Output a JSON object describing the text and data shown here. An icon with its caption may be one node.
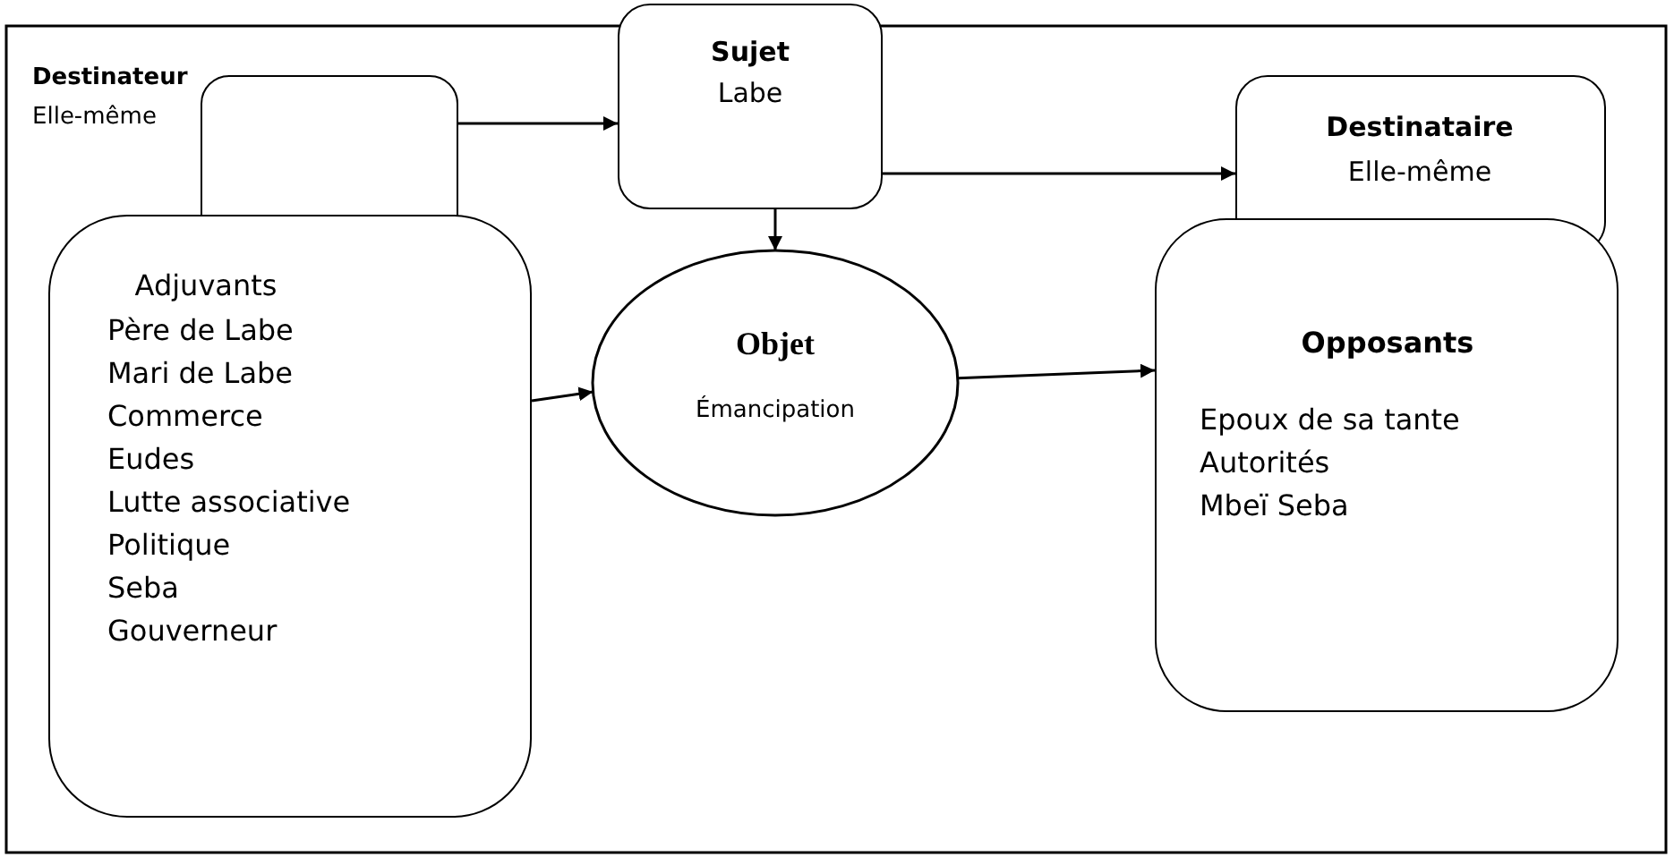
{
  "diagram": {
    "nodes": [
      {
        "text": [
          "Destinateur",
          "Elle-même"
        ]
      },
      {
        "text": [
          "Sujet",
          "Labe"
        ]
      },
      {
        "text": [
          "Destinataire",
          "Elle-même"
        ]
      },
      {
        "text": [
          "Adjuvants",
          "Père de Labe",
          "Mari de Labe",
          "Commerce",
          "Eudes",
          "Lutte associative",
          "Politique",
          "Seba",
          "Gouverneur"
        ]
      },
      {
        "text": [
          "Objet",
          "Émancipation"
        ]
      },
      {
        "text": [
          "Opposants",
          "Epoux de sa tante",
          "Autorités",
          "Mbeï Seba"
        ]
      }
    ],
    "edges": [
      {
        "from": 0,
        "to": 1,
        "arrow": "to"
      },
      {
        "from": 1,
        "to": 2,
        "arrow": "to"
      },
      {
        "from": 1,
        "to": 4,
        "arrow": "to"
      },
      {
        "from": 3,
        "to": 4,
        "arrow": "to"
      },
      {
        "from": 4,
        "to": 5,
        "arrow": "to"
      }
    ]
  }
}
